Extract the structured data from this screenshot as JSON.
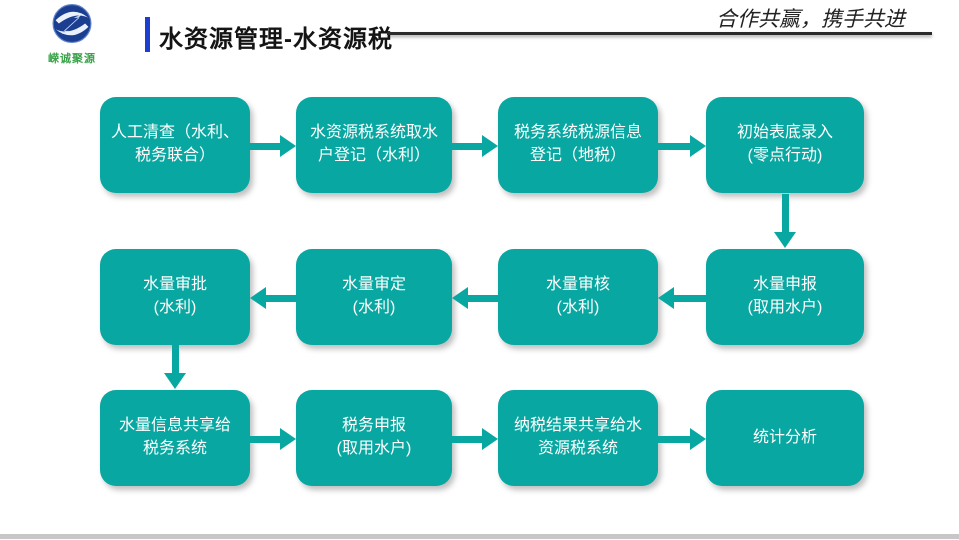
{
  "logo": {
    "text": "嵘诚聚源"
  },
  "header": {
    "title": "水资源管理-水资源税",
    "slogan": "合作共赢，携手共进"
  },
  "colors": {
    "box_teal": "#09a7a1",
    "accent_blue": "#1d3fd0",
    "logo_green": "#3aa34a",
    "header_line": "#2b2b2b"
  },
  "flow": {
    "boxes": [
      {
        "line1": "人工清查（水利、",
        "line2": "税务联合）"
      },
      {
        "line1": "水资源税系统取水",
        "line2": "户登记（水利）"
      },
      {
        "line1": "税务系统税源信息",
        "line2": "登记（地税）"
      },
      {
        "line1": "初始表底录入",
        "line2": "(零点行动)"
      },
      {
        "line1": "水量审批",
        "line2": "(水利)"
      },
      {
        "line1": "水量审定",
        "line2": "(水利)"
      },
      {
        "line1": "水量审核",
        "line2": "(水利)"
      },
      {
        "line1": "水量申报",
        "line2": "(取用水户)"
      },
      {
        "line1": "水量信息共享给",
        "line2": "税务系统"
      },
      {
        "line1": "税务申报",
        "line2": "(取用水户)"
      },
      {
        "line1": "纳税结果共享给水",
        "line2": "资源税系统"
      },
      {
        "line1": "统计分析",
        "line2": ""
      }
    ],
    "sequence": [
      "人工清查（水利、税务联合）",
      "水资源税系统取水户登记（水利）",
      "税务系统税源信息登记（地税）",
      "初始表底录入(零点行动)",
      "水量申报(取用水户)",
      "水量审核(水利)",
      "水量审定(水利)",
      "水量审批(水利)",
      "水量信息共享给税务系统",
      "税务申报(取用水户)",
      "纳税结果共享给水资源税系统",
      "统计分析"
    ]
  }
}
